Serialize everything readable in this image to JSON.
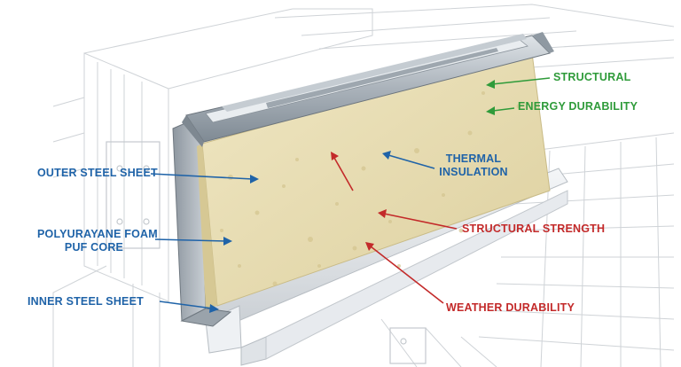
{
  "labels": {
    "structural": "STRUCTURAL",
    "energy_durability": "ENERGY DURABILITY",
    "outer_steel_sheet": "OUTER STEEL SHEET",
    "thermal_insulation_line1": "THERMAL",
    "thermal_insulation_line2": "INSULATION",
    "polyurethane_line1": "POLYURAYANE FOAM",
    "polyurethane_line2": "PUF CORE",
    "structural_strength": "STRUCTURAL STRENGTH",
    "inner_steel_sheet": "INNER STEEL SHEET",
    "weather_durability": "WEATHER DURABILITY"
  },
  "colors": {
    "blue_label": "#1f63a8",
    "green_label": "#2f9b3a",
    "red_label": "#c32a2a",
    "foam": "#e6dcb0",
    "steel": "#b8bfc6"
  }
}
